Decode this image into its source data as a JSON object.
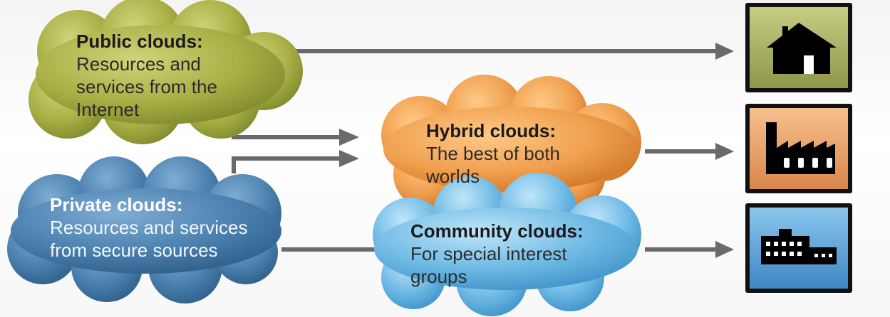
{
  "clouds": {
    "public": {
      "title": "Public clouds:",
      "desc": "Resources and\nservices from the\nInternet"
    },
    "hybrid": {
      "title": "Hybrid clouds:",
      "desc": "The best of both\nworlds"
    },
    "private": {
      "title": "Private clouds:",
      "desc": "Resources and services\nfrom secure sources"
    },
    "community": {
      "title": "Community clouds:",
      "desc": "For special interest\ngroups"
    }
  },
  "icons": {
    "house": "house-icon",
    "factory": "factory-icon",
    "building": "building-icon"
  },
  "colors": {
    "public": "#a9b046",
    "hybrid": "#f0a04f",
    "private": "#4a7fae",
    "community": "#6cb8e3",
    "arrow": "#6a6a6a",
    "house_tile": "#a3aa5c",
    "factory_tile": "#e8a36a",
    "building_tile": "#5a9fd4"
  }
}
